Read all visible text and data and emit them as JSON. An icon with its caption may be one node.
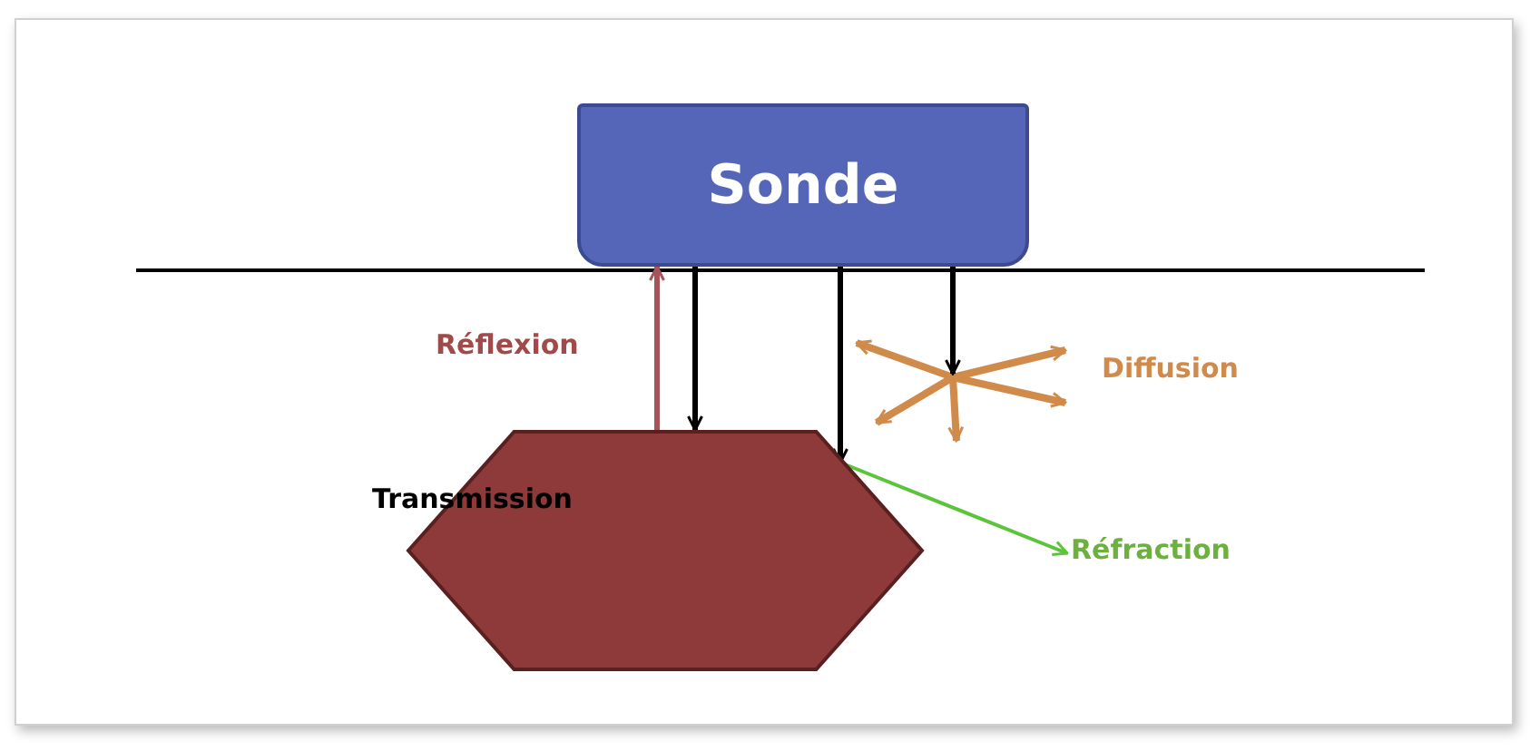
{
  "diagram": {
    "nodes": [
      {
        "text": [
          "Sonde"
        ]
      },
      {
        "text": [],
        "shape": "hexagon"
      },
      {
        "text": [
          "Réfraction"
        ]
      }
    ],
    "edges": [
      {
        "from": 1,
        "to": 0,
        "arrow": "to",
        "color": "#a5545a"
      },
      {
        "from": 0,
        "to": 1,
        "arrow": "to"
      },
      {
        "from": 0,
        "to": 1,
        "arrow": "to"
      },
      {
        "from": 0,
        "to": null,
        "arrow": "to"
      },
      {
        "from": 1,
        "to": 2,
        "arrow": "to",
        "color": "#5cc43a"
      }
    ],
    "labels": [
      "Réflexion",
      "Diffusion",
      "Transmission"
    ]
  }
}
